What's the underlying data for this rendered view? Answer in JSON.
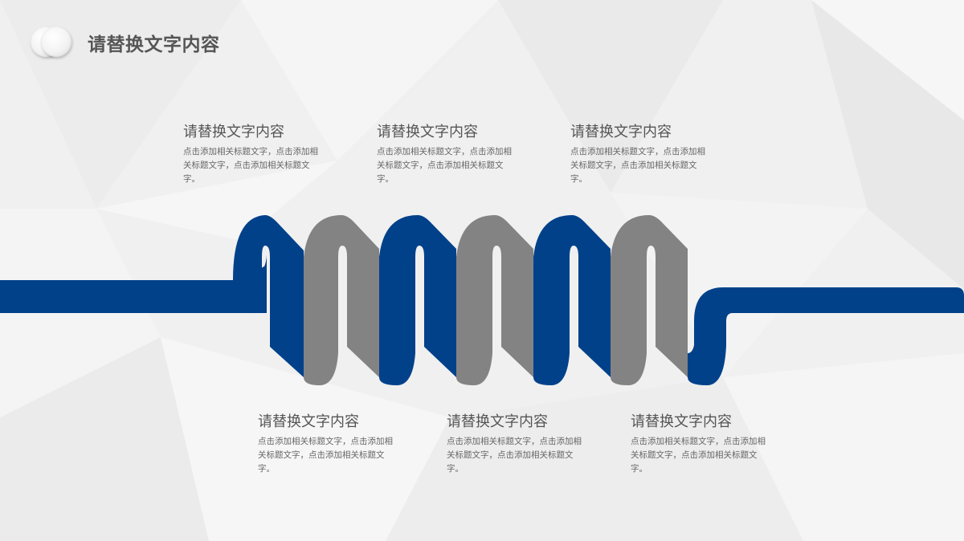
{
  "header": {
    "title": "请替换文字内容",
    "logo_icon": "double-circle-icon"
  },
  "top_blocks": [
    {
      "heading": "请替换文字内容",
      "body": "点击添加相关标题文字，点击添加相关标题文字，点击添加相关标题文字。"
    },
    {
      "heading": "请替换文字内容",
      "body": "点击添加相关标题文字，点击添加相关标题文字，点击添加相关标题文字。"
    },
    {
      "heading": "请替换文字内容",
      "body": "点击添加相关标题文字，点击添加相关标题文字，点击添加相关标题文字。"
    }
  ],
  "bottom_blocks": [
    {
      "heading": "请替换文字内容",
      "body": "点击添加相关标题文字，点击添加相关标题文字，点击添加相关标题文字。"
    },
    {
      "heading": "请替换文字内容",
      "body": "点击添加相关标题文字，点击添加相关标题文字，点击添加相关标题文字。"
    },
    {
      "heading": "请替换文字内容",
      "body": "点击添加相关标题文字，点击添加相关标题文字，点击添加相关标题文字。"
    }
  ],
  "colors": {
    "blue": "#00418a",
    "gray": "#838383",
    "background": "#f1f1f1",
    "text": "#555555"
  },
  "coil": {
    "loops": [
      "blue",
      "gray",
      "blue",
      "gray",
      "blue",
      "gray"
    ]
  }
}
